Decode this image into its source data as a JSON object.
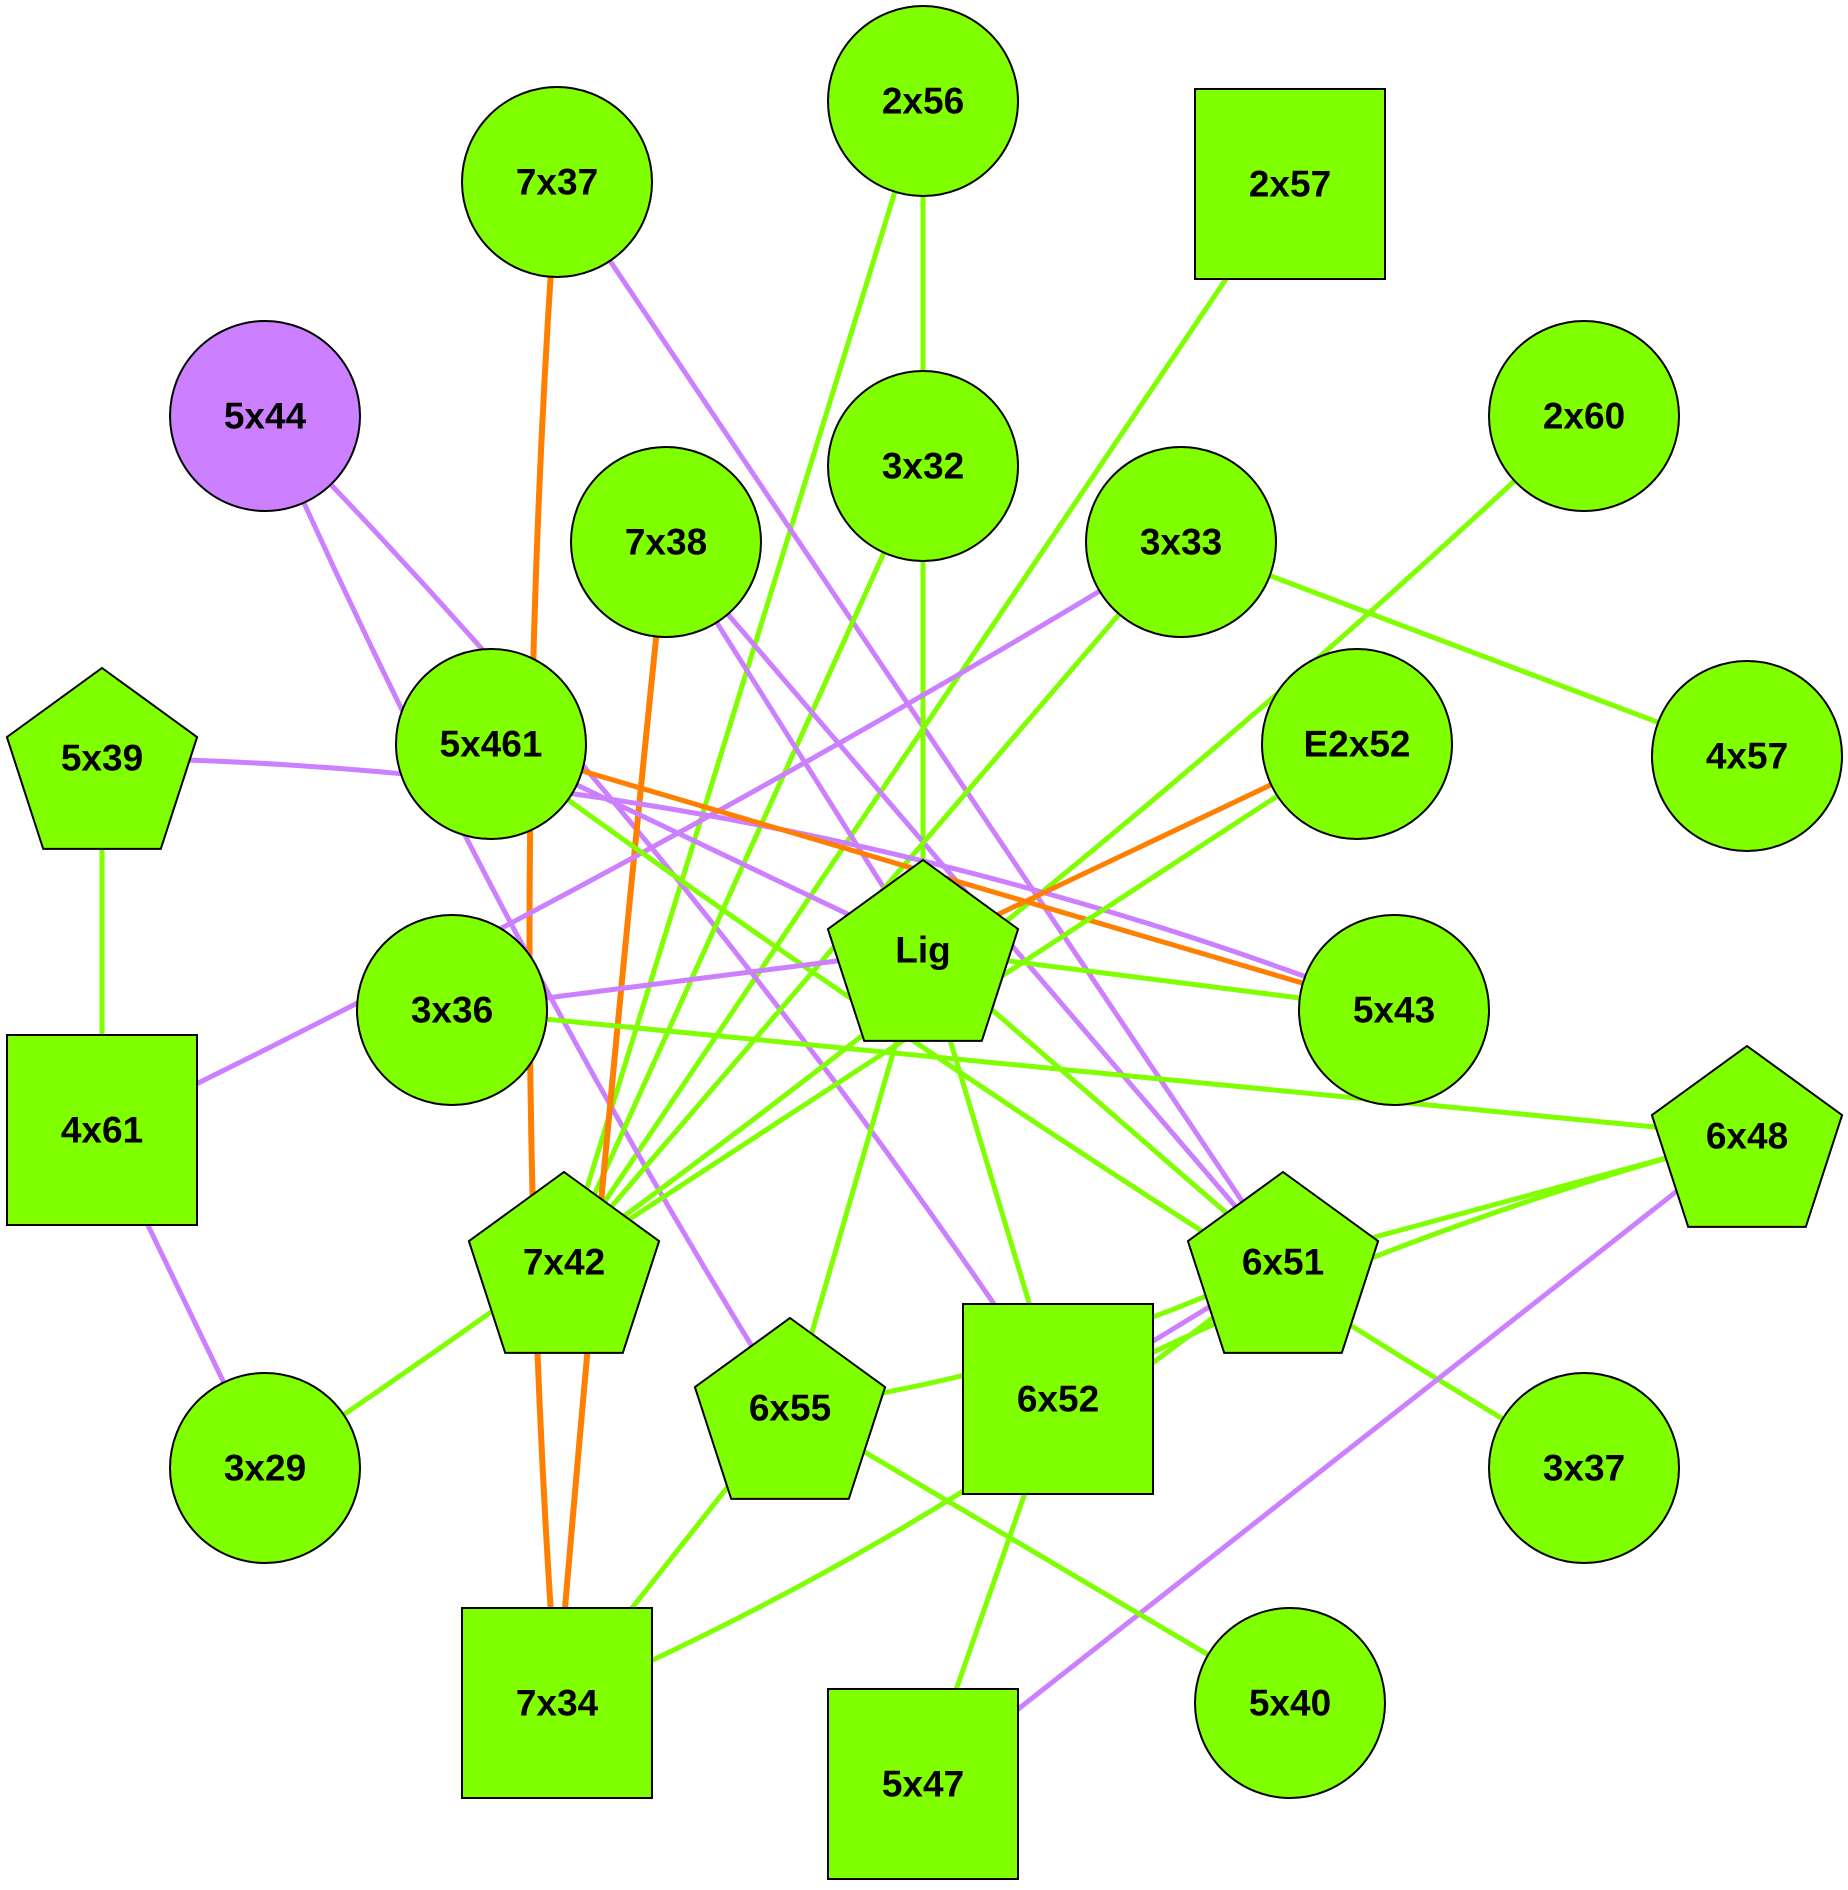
{
  "colors": {
    "node_green": "#7FFF00",
    "node_purple": "#CC80FF",
    "edge_green": "#7FFF00",
    "edge_purple": "#CC80FF",
    "edge_orange": "#FF7F00"
  },
  "nodes": [
    {
      "id": "2x56",
      "label": "2x56",
      "shape": "circle",
      "color": "green"
    },
    {
      "id": "7x37",
      "label": "7x37",
      "shape": "circle",
      "color": "green"
    },
    {
      "id": "2x57",
      "label": "2x57",
      "shape": "square",
      "color": "green"
    },
    {
      "id": "5x44",
      "label": "5x44",
      "shape": "circle",
      "color": "purple"
    },
    {
      "id": "2x60",
      "label": "2x60",
      "shape": "circle",
      "color": "green"
    },
    {
      "id": "3x32",
      "label": "3x32",
      "shape": "circle",
      "color": "green"
    },
    {
      "id": "7x38",
      "label": "7x38",
      "shape": "circle",
      "color": "green"
    },
    {
      "id": "3x33",
      "label": "3x33",
      "shape": "circle",
      "color": "green"
    },
    {
      "id": "5x39",
      "label": "5x39",
      "shape": "pentagon",
      "color": "green"
    },
    {
      "id": "5x461",
      "label": "5x461",
      "shape": "circle",
      "color": "green"
    },
    {
      "id": "E2x52",
      "label": "E2x52",
      "shape": "circle",
      "color": "green"
    },
    {
      "id": "4x57",
      "label": "4x57",
      "shape": "circle",
      "color": "green"
    },
    {
      "id": "Lig",
      "label": "Lig",
      "shape": "pentagon",
      "color": "green"
    },
    {
      "id": "3x36",
      "label": "3x36",
      "shape": "circle",
      "color": "green"
    },
    {
      "id": "5x43",
      "label": "5x43",
      "shape": "circle",
      "color": "green"
    },
    {
      "id": "4x61",
      "label": "4x61",
      "shape": "square",
      "color": "green"
    },
    {
      "id": "6x48",
      "label": "6x48",
      "shape": "pentagon",
      "color": "green"
    },
    {
      "id": "7x42",
      "label": "7x42",
      "shape": "pentagon",
      "color": "green"
    },
    {
      "id": "6x51",
      "label": "6x51",
      "shape": "pentagon",
      "color": "green"
    },
    {
      "id": "6x55",
      "label": "6x55",
      "shape": "pentagon",
      "color": "green"
    },
    {
      "id": "6x52",
      "label": "6x52",
      "shape": "square",
      "color": "green"
    },
    {
      "id": "3x29",
      "label": "3x29",
      "shape": "circle",
      "color": "green"
    },
    {
      "id": "3x37",
      "label": "3x37",
      "shape": "circle",
      "color": "green"
    },
    {
      "id": "7x34",
      "label": "7x34",
      "shape": "square",
      "color": "green"
    },
    {
      "id": "5x40",
      "label": "5x40",
      "shape": "circle",
      "color": "green"
    },
    {
      "id": "5x47",
      "label": "5x47",
      "shape": "square",
      "color": "green"
    }
  ],
  "edges": [
    {
      "source": "2x56",
      "target": "3x32",
      "color": "green"
    },
    {
      "source": "2x56",
      "target": "7x42",
      "color": "green"
    },
    {
      "source": "7x37",
      "target": "7x34",
      "color": "orange"
    },
    {
      "source": "7x37",
      "target": "6x51",
      "color": "purple"
    },
    {
      "source": "2x57",
      "target": "7x42",
      "color": "green"
    },
    {
      "source": "5x44",
      "target": "6x52",
      "color": "purple"
    },
    {
      "source": "5x44",
      "target": "6x55",
      "color": "purple"
    },
    {
      "source": "2x60",
      "target": "3x29",
      "color": "green"
    },
    {
      "source": "3x32",
      "target": "Lig",
      "color": "green"
    },
    {
      "source": "3x32",
      "target": "7x42",
      "color": "green"
    },
    {
      "source": "7x38",
      "target": "7x34",
      "color": "orange"
    },
    {
      "source": "7x38",
      "target": "Lig",
      "color": "purple"
    },
    {
      "source": "7x38",
      "target": "6x51",
      "color": "purple"
    },
    {
      "source": "3x33",
      "target": "4x57",
      "color": "green"
    },
    {
      "source": "3x33",
      "target": "4x61",
      "color": "purple"
    },
    {
      "source": "3x33",
      "target": "7x42",
      "color": "green"
    },
    {
      "source": "5x39",
      "target": "4x61",
      "color": "green"
    },
    {
      "source": "5x39",
      "target": "5x43",
      "color": "purple"
    },
    {
      "source": "5x461",
      "target": "5x43",
      "color": "orange"
    },
    {
      "source": "5x461",
      "target": "Lig",
      "color": "purple"
    },
    {
      "source": "5x461",
      "target": "3x37",
      "color": "green"
    },
    {
      "source": "E2x52",
      "target": "Lig",
      "color": "orange"
    },
    {
      "source": "E2x52",
      "target": "7x42",
      "color": "green"
    },
    {
      "source": "Lig",
      "target": "3x36",
      "color": "purple"
    },
    {
      "source": "Lig",
      "target": "5x43",
      "color": "green"
    },
    {
      "source": "Lig",
      "target": "6x51",
      "color": "green"
    },
    {
      "source": "Lig",
      "target": "6x52",
      "color": "green"
    },
    {
      "source": "Lig",
      "target": "6x55",
      "color": "green"
    },
    {
      "source": "3x36",
      "target": "6x48",
      "color": "green"
    },
    {
      "source": "4x61",
      "target": "3x29",
      "color": "purple"
    },
    {
      "source": "6x48",
      "target": "6x51",
      "color": "green"
    },
    {
      "source": "6x48",
      "target": "6x52",
      "color": "green"
    },
    {
      "source": "6x48",
      "target": "5x47",
      "color": "purple"
    },
    {
      "source": "6x51",
      "target": "6x52",
      "color": "purple"
    },
    {
      "source": "6x51",
      "target": "6x55",
      "color": "green"
    },
    {
      "source": "6x51",
      "target": "7x34",
      "color": "green"
    },
    {
      "source": "6x55",
      "target": "7x34",
      "color": "green"
    },
    {
      "source": "6x55",
      "target": "5x40",
      "color": "green"
    },
    {
      "source": "6x52",
      "target": "5x47",
      "color": "green"
    }
  ]
}
